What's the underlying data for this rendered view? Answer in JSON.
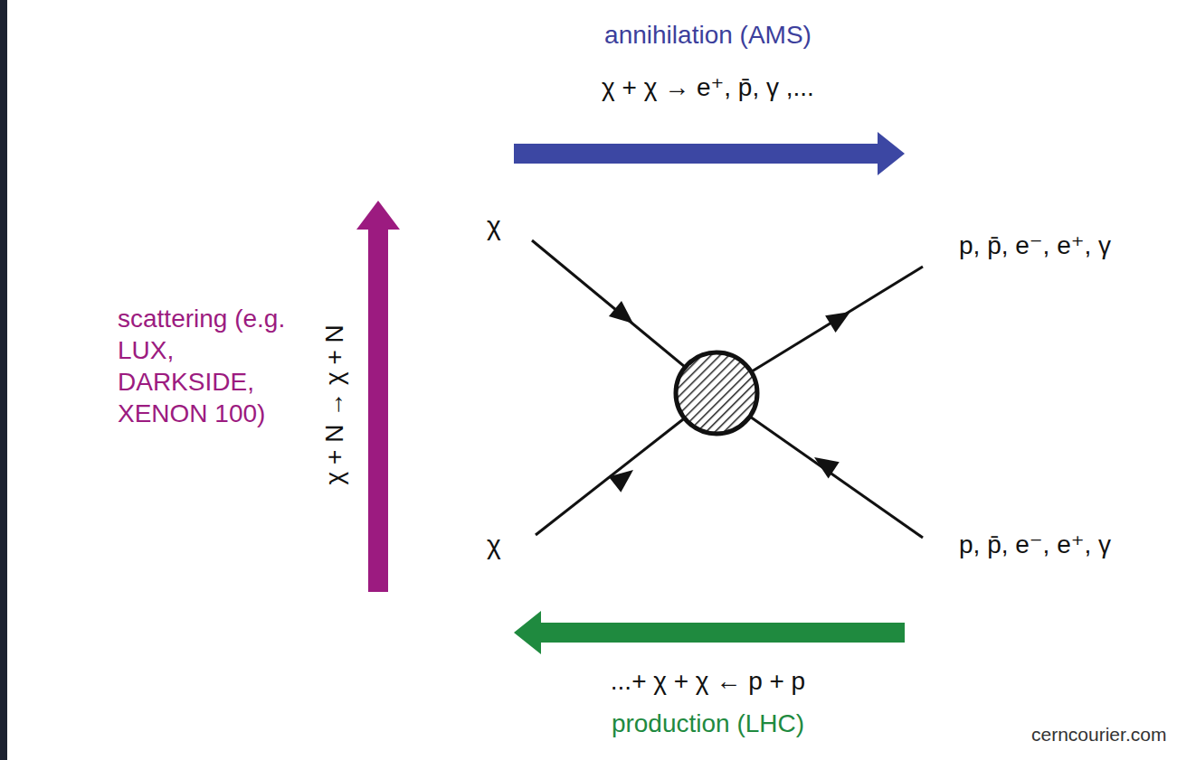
{
  "diagram": {
    "labels": [
      "annihilation (AMS)",
      "χ + χ → e⁺, p̄, γ ,...",
      "scattering (e.g. LUX, DARKSIDE, XENON 100)",
      "χ + N → χ + N",
      "χ",
      "χ",
      "p, p̄, e⁻, e⁺, γ",
      "p, p̄, e⁻, e⁺, γ",
      "...+ χ + χ ← p + p",
      "production (LHC)",
      "cerncourier.com"
    ]
  }
}
